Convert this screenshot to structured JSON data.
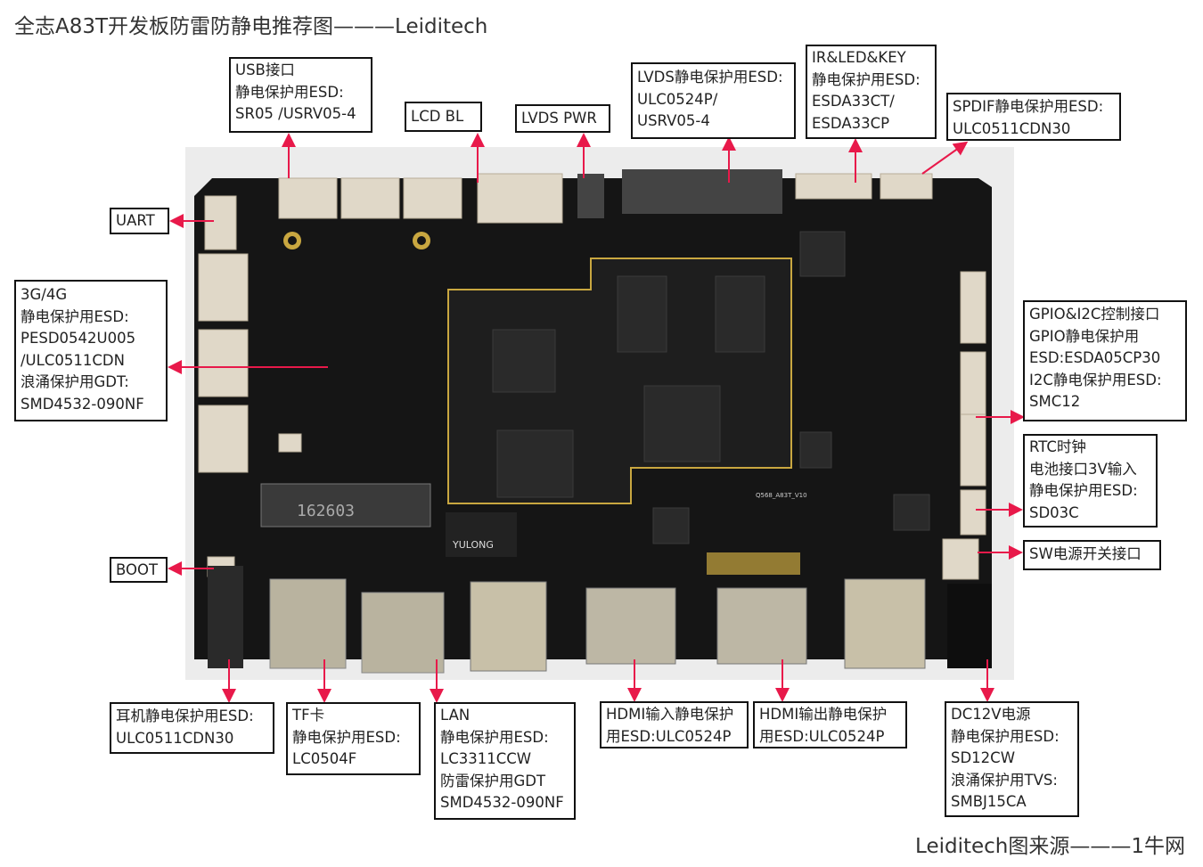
{
  "title": "全志A83T开发板防雷防静电推荐图———Leiditech",
  "footer": "Leiditech图来源———1牛网",
  "accent_color": "#e8194a",
  "labels": {
    "usb": [
      "USB接口",
      "静电保护用ESD:",
      "SR05 /USRV05-4"
    ],
    "lcd_bl": [
      "LCD BL"
    ],
    "lvds_pwr": [
      "LVDS PWR"
    ],
    "lvds_esd": [
      "LVDS静电保护用ESD:",
      "ULC0524P/",
      "USRV05-4"
    ],
    "ir_led_key": [
      "IR&LED&KEY",
      "静电保护用ESD:",
      "ESDA33CT/",
      "ESDA33CP"
    ],
    "spdif": [
      "SPDIF静电保护用ESD:",
      "ULC0511CDN30"
    ],
    "uart": [
      "UART"
    ],
    "g34": [
      "3G/4G",
      "静电保护用ESD:",
      "PESD0542U005",
      "/ULC0511CDN",
      "浪涌保护用GDT:",
      "SMD4532-090NF"
    ],
    "boot": [
      "BOOT"
    ],
    "gpio_i2c": [
      "GPIO&I2C控制接口",
      "GPIO静电保护用",
      "ESD:ESDA05CP30",
      "I2C静电保护用ESD:",
      "SMC12"
    ],
    "rtc": [
      "RTC时钟",
      "电池接口3V输入",
      "静电保护用ESD:",
      "SD03C"
    ],
    "sw": [
      "SW电源开关接口"
    ],
    "earphone": [
      "耳机静电保护用ESD:",
      "ULC0511CDN30"
    ],
    "tf": [
      "TF卡",
      "静电保护用ESD:",
      "LC0504F"
    ],
    "lan": [
      "LAN",
      "静电保护用ESD:",
      "LC3311CCW",
      "防雷保护用GDT",
      "SMD4532-090NF"
    ],
    "hdmi_in": [
      "HDMI输入静电保护",
      "用ESD:ULC0524P"
    ],
    "hdmi_out": [
      "HDMI输出静电保护",
      "用ESD:ULC0524P"
    ],
    "dc12v": [
      "DC12V电源",
      "静电保护用ESD:",
      "SD12CW",
      "浪涌保护用TVS:",
      "SMBJ15CA"
    ]
  },
  "board_silkscreen": {
    "sim_slot": "162603",
    "chip": "YULONG",
    "board_id": "Q568_A83T_V10"
  }
}
